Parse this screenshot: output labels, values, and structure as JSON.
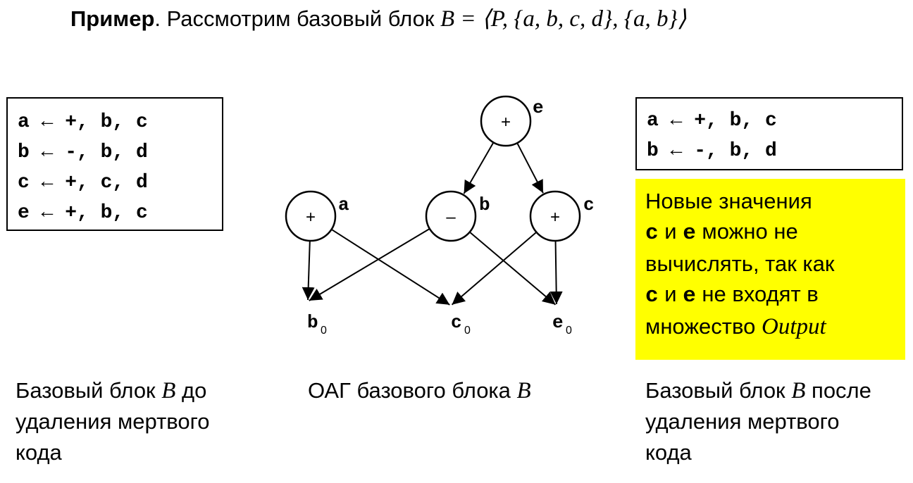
{
  "title": {
    "bold": "Пример",
    "text": ". Рассмотрим базовый блок ",
    "formula": "B = ⟨P, {a, b, c, d}, {a, b}⟩"
  },
  "left_code": [
    "a ← +, b, c",
    "b ← -, b, d",
    "c ← +, c, d",
    "e ← +, b, c"
  ],
  "right_code": [
    "a ← +, b, c",
    "b ← -, b, d"
  ],
  "note": {
    "line1": "Новые значения",
    "v1": "c",
    "and1": "и",
    "v2": "e",
    "line2_rest": "можно не",
    "line3": "вычислять, так как",
    "v3": "c",
    "and2": "и",
    "v4": "e",
    "line4_rest": "не входят в",
    "line5": "множество ",
    "output": "Output"
  },
  "graph": {
    "nodes": [
      {
        "id": "e",
        "op": "+",
        "label": "e"
      },
      {
        "id": "a",
        "op": "+",
        "label": "a"
      },
      {
        "id": "b",
        "op": "–",
        "label": "b"
      },
      {
        "id": "c",
        "op": "+",
        "label": "c"
      }
    ],
    "leaves": [
      {
        "id": "b0",
        "name": "b",
        "sub": "0"
      },
      {
        "id": "c0",
        "name": "c",
        "sub": "0"
      },
      {
        "id": "e0",
        "name": "e",
        "sub": "0"
      }
    ],
    "edges": [
      [
        "e",
        "b"
      ],
      [
        "e",
        "c"
      ],
      [
        "a",
        "b0"
      ],
      [
        "a",
        "c0"
      ],
      [
        "b",
        "b0"
      ],
      [
        "b",
        "e0"
      ],
      [
        "c",
        "c0"
      ],
      [
        "c",
        "e0"
      ]
    ]
  },
  "captions": {
    "left_1": "Базовый блок ",
    "left_B": "B",
    "left_2": " до",
    "left_3": "удаления мертвого",
    "left_4": "кода",
    "mid_1": "ОАГ базового блока ",
    "mid_B": "B",
    "right_1": "Базовый блок ",
    "right_B": "B",
    "right_2": " после",
    "right_3": "удаления мертвого",
    "right_4": "кода"
  }
}
